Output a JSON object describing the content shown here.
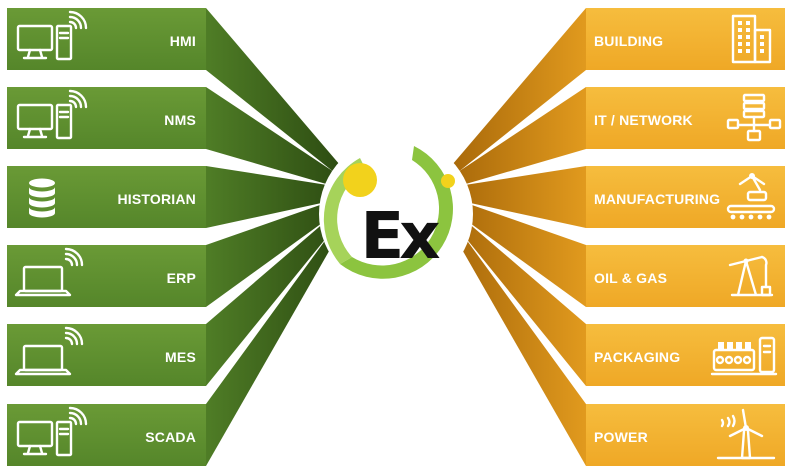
{
  "logo": {
    "text": "Ex"
  },
  "left_items": [
    {
      "label": "HMI",
      "icon": "desktop-wireless-icon"
    },
    {
      "label": "NMS",
      "icon": "desktop-wireless-icon"
    },
    {
      "label": "HISTORIAN",
      "icon": "database-icon"
    },
    {
      "label": "ERP",
      "icon": "laptop-wireless-icon"
    },
    {
      "label": "MES",
      "icon": "laptop-wireless-icon"
    },
    {
      "label": "SCADA",
      "icon": "desktop-wireless-icon"
    }
  ],
  "right_items": [
    {
      "label": "BUILDING",
      "icon": "building-icon"
    },
    {
      "label": "IT / NETWORK",
      "icon": "network-icon"
    },
    {
      "label": "MANUFACTURING",
      "icon": "robot-arm-icon"
    },
    {
      "label": "OIL & GAS",
      "icon": "oil-pump-icon"
    },
    {
      "label": "PACKAGING",
      "icon": "packaging-machine-icon"
    },
    {
      "label": "POWER",
      "icon": "wind-turbine-icon"
    }
  ],
  "colors": {
    "left_box": "#5f8f2e",
    "left_fan_light": "#4f7d26",
    "left_fan_dark": "#2d4c12",
    "right_box": "#f3b233",
    "right_fan_light": "#e19a1e",
    "right_fan_dark": "#a9690a",
    "logo_green": "#8cc43f",
    "logo_yellow": "#f2d21c",
    "logo_black": "#111111"
  }
}
